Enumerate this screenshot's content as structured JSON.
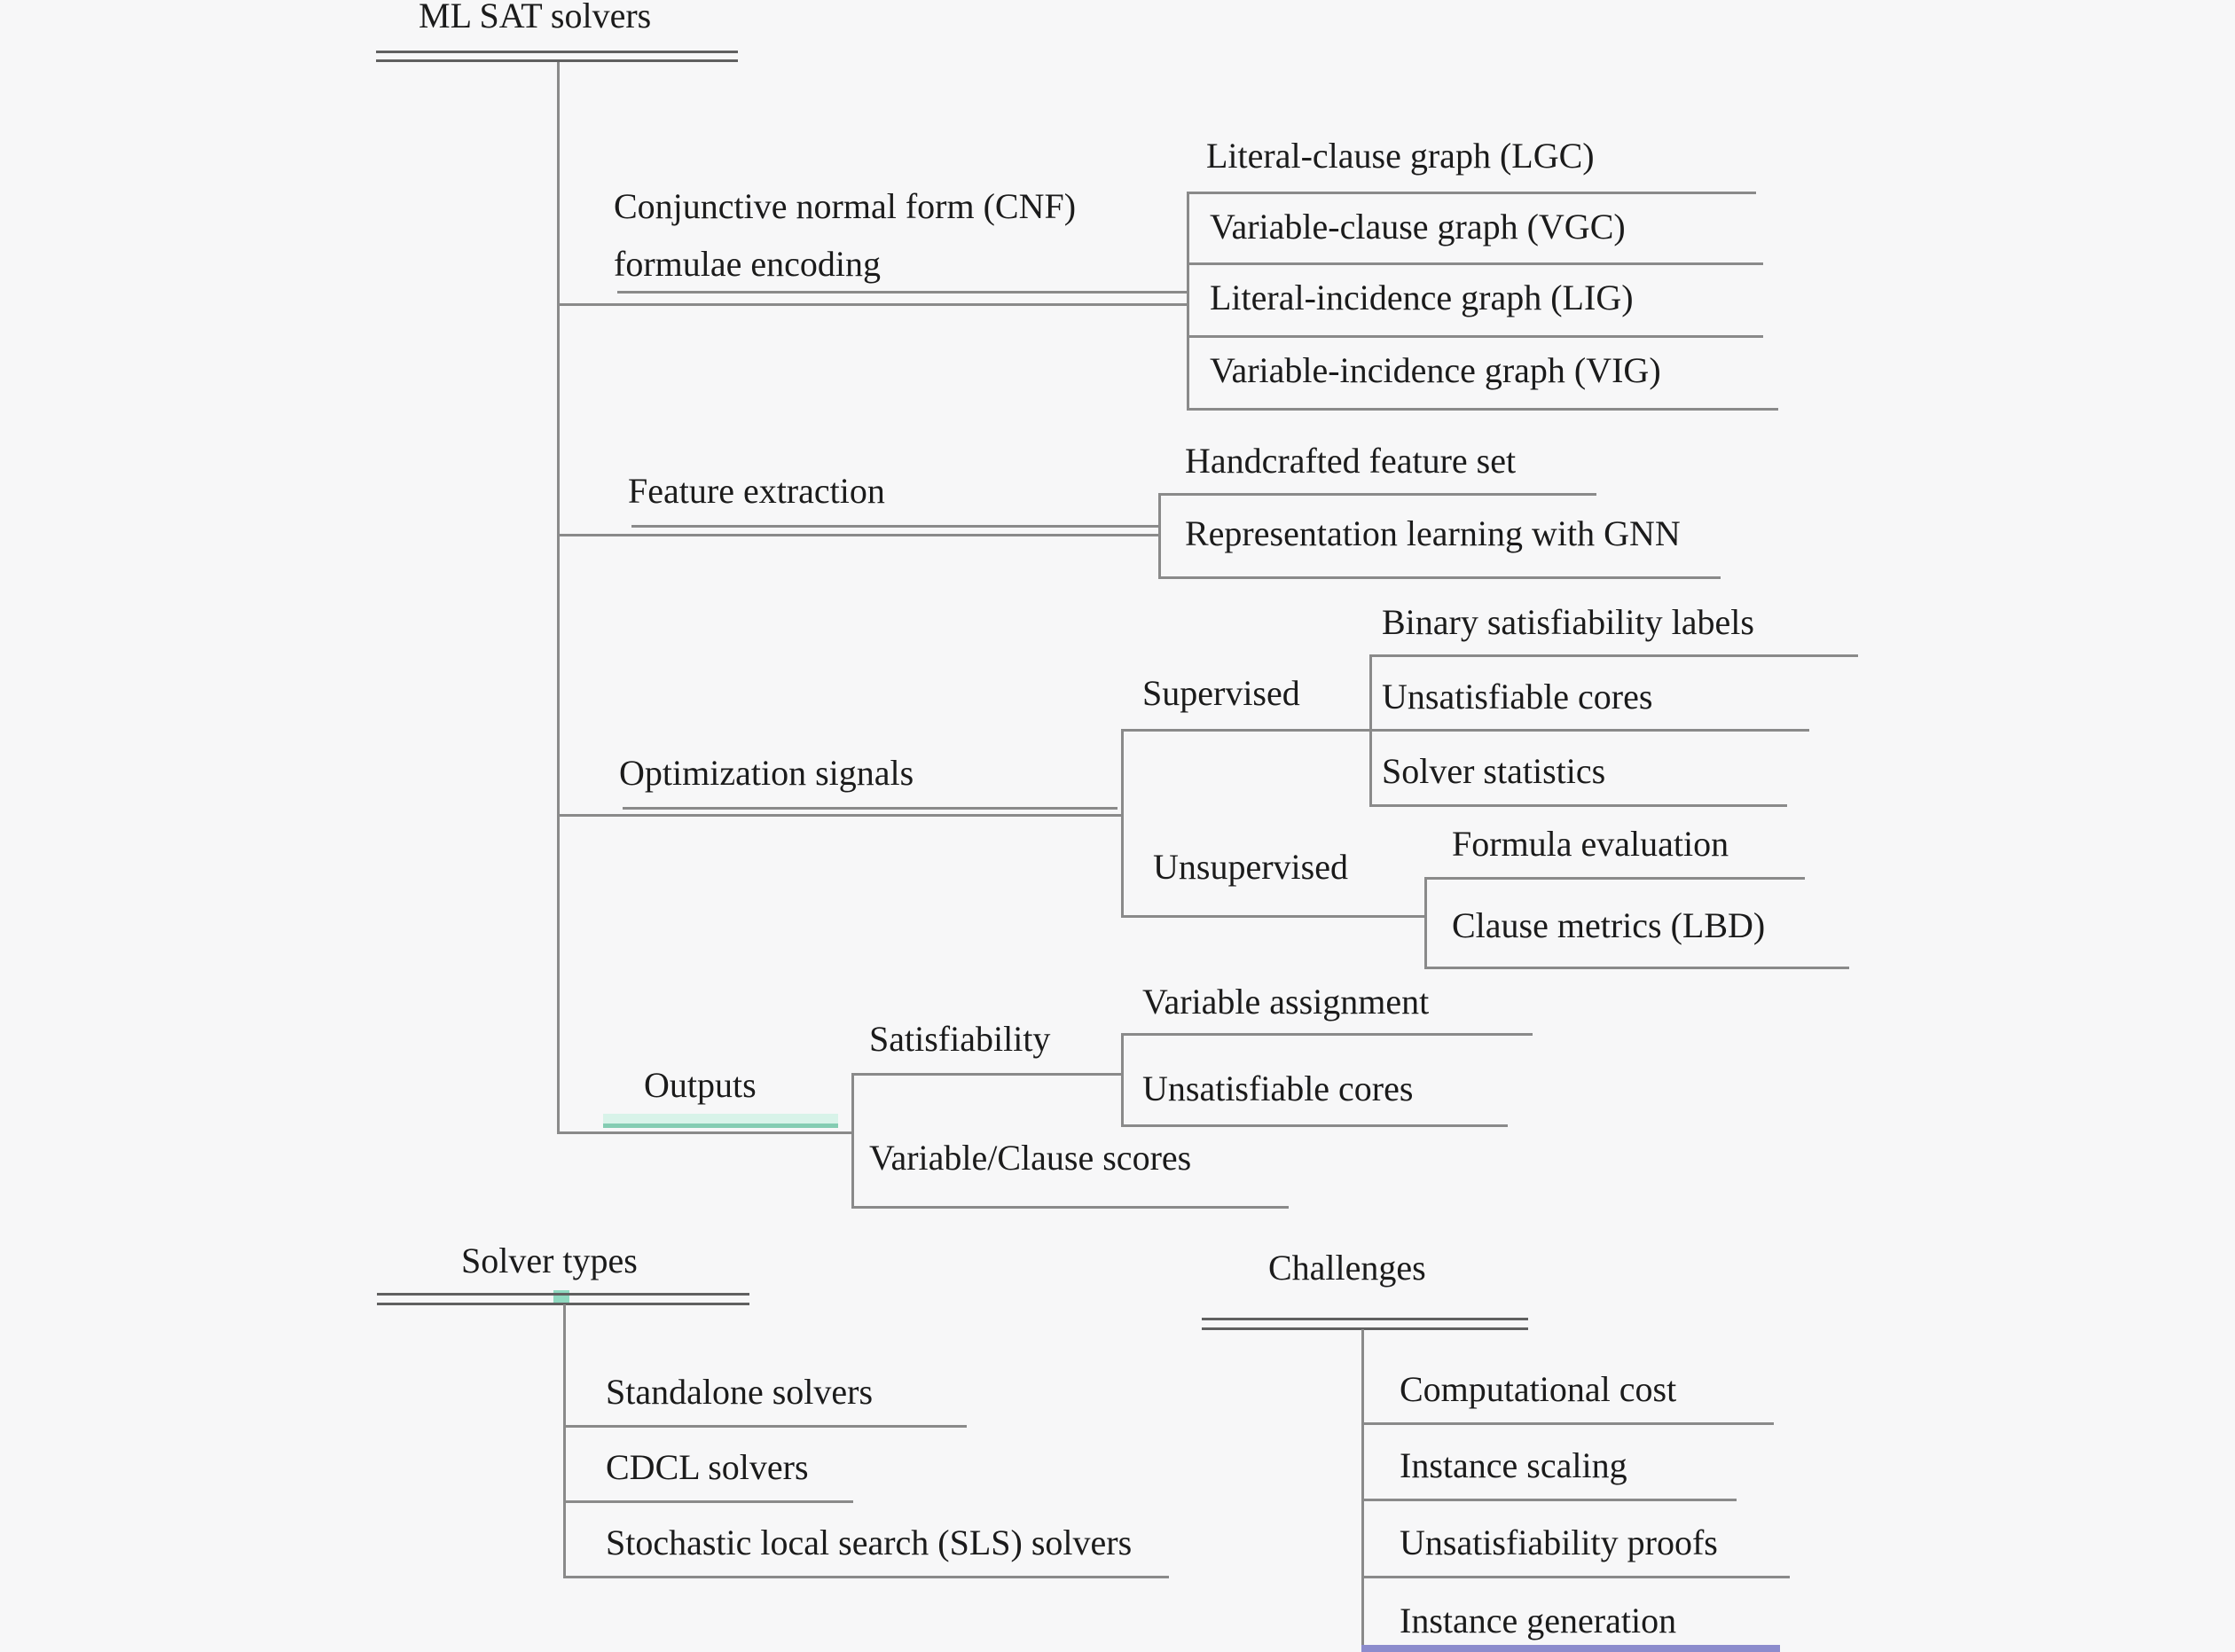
{
  "colors": {
    "background": "#f7f7f8",
    "line": "#8a8a8a",
    "title_line": "#606060",
    "text": "#1b1b1b",
    "highlight_green": "#84ccb2",
    "highlight_green_fill": "#d8f3e9",
    "highlight_purple": "#8c8ccd"
  },
  "mindmap": {
    "root": {
      "label": "ML SAT solvers"
    },
    "branches": [
      {
        "label_line1": "Conjunctive normal form (CNF)",
        "label_line2": "formulae encoding",
        "children": [
          {
            "label": "Literal-clause graph (LGC)"
          },
          {
            "label": "Variable-clause graph (VGC)"
          },
          {
            "label": "Literal-incidence graph (LIG)"
          },
          {
            "label": "Variable-incidence graph (VIG)"
          }
        ]
      },
      {
        "label": "Feature extraction",
        "children": [
          {
            "label": "Handcrafted feature set"
          },
          {
            "label": "Representation learning with GNN"
          }
        ]
      },
      {
        "label": "Optimization signals",
        "children": [
          {
            "label": "Supervised",
            "children": [
              {
                "label": "Binary satisfiability labels"
              },
              {
                "label": "Unsatisfiable cores"
              },
              {
                "label": "Solver statistics"
              }
            ]
          },
          {
            "label": "Unsupervised",
            "children": [
              {
                "label": "Formula evaluation"
              },
              {
                "label": "Clause metrics (LBD)"
              }
            ]
          }
        ]
      },
      {
        "label": "Outputs",
        "highlighted": true,
        "children": [
          {
            "label": "Satisfiability",
            "children": [
              {
                "label": "Variable assignment"
              },
              {
                "label": "Unsatisfiable cores"
              }
            ]
          },
          {
            "label": "Variable/Clause scores"
          }
        ]
      }
    ]
  },
  "solver_types": {
    "title": "Solver types",
    "children": [
      {
        "label": "Standalone solvers"
      },
      {
        "label": "CDCL solvers"
      },
      {
        "label": "Stochastic local search (SLS) solvers"
      }
    ]
  },
  "challenges": {
    "title": "Challenges",
    "children": [
      {
        "label": "Computational cost"
      },
      {
        "label": "Instance scaling"
      },
      {
        "label": "Unsatisfiability proofs"
      },
      {
        "label": "Instance generation"
      }
    ]
  }
}
